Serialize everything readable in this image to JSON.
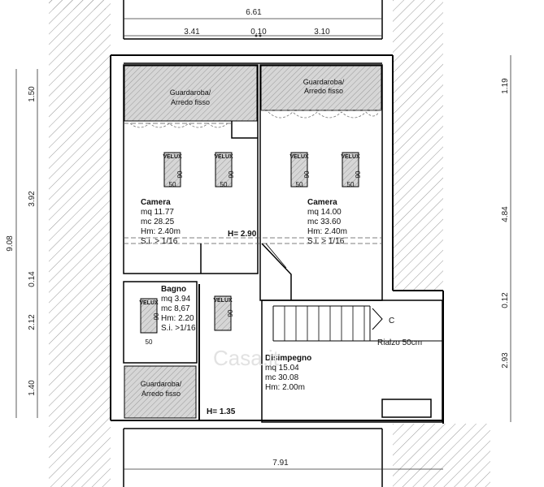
{
  "colors": {
    "hatch": "#9a9a9a",
    "wall": "#000000",
    "storage_fill": "#d6d6d6",
    "watermark": "#e0e0e0"
  },
  "dimensions": {
    "top_total": "6.61",
    "top_left": "3.41",
    "top_mid": "0.10",
    "top_right": "3.10",
    "bottom_total": "7.91",
    "left_total": "9.08",
    "left_1": "1.50",
    "left_2": "3.92",
    "left_3": "0.14",
    "left_4": "2.12",
    "left_5": "1.40",
    "right_1": "1.19",
    "right_2": "4.84",
    "right_3": "0.12",
    "right_4": "2.93"
  },
  "rooms": {
    "wardrobe_left": {
      "line1": "Guardaroba/",
      "line2": "Arredo fisso"
    },
    "wardrobe_right": {
      "line1": "Guardaroba/",
      "line2": "Arredo fisso"
    },
    "wardrobe_bottom": {
      "line1": "Guardaroba/",
      "line2": "Arredo fisso"
    },
    "camera_left": {
      "name": "Camera",
      "mq": "mq 11.77",
      "mc": "mc 28.25",
      "hm": "Hm: 2.40m",
      "si": "S.i. > 1/16"
    },
    "camera_right": {
      "name": "Camera",
      "mq": "mq 14.00",
      "mc": "mc 33.60",
      "hm": "Hm: 2.40m",
      "si": "S.i. > 1/16"
    },
    "bagno": {
      "name": "Bagno",
      "mq": "mq 3.94",
      "mc": "mc 8,67",
      "hm": "Hm: 2.20",
      "si": "S.i. >1/16"
    },
    "disimpegno": {
      "name": "Disimpegno",
      "mq": "mq 15.04",
      "mc": "mc 30.08",
      "hm": "Hm: 2.00m"
    }
  },
  "labels": {
    "height_290": "H= 2.90",
    "height_135": "H= 1.35",
    "rialzo": "Rialzo 50cm",
    "stair_c": "C",
    "watermark": "Casa.it"
  },
  "velux": {
    "brand": "VELUX",
    "w": "50",
    "h": "90"
  }
}
